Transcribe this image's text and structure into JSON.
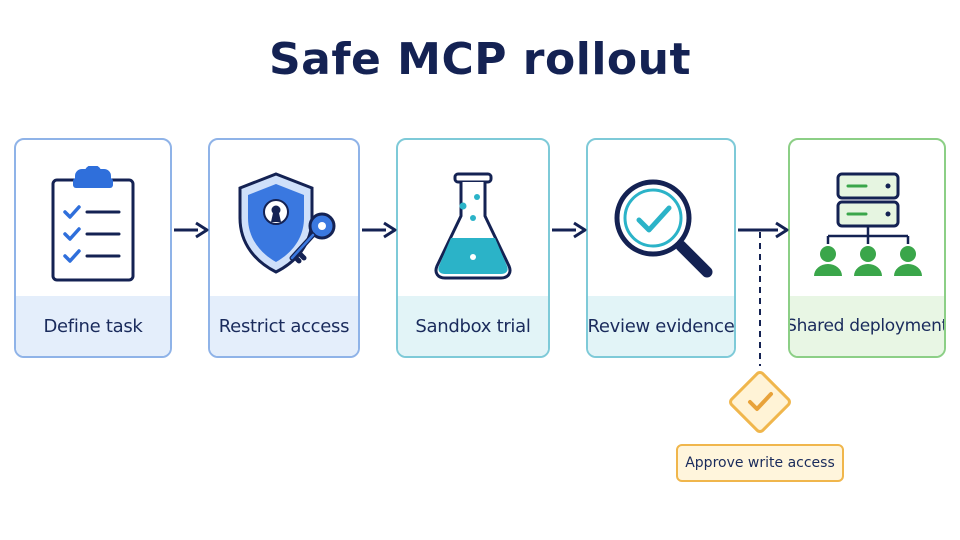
{
  "title": "Safe MCP rollout",
  "steps": [
    {
      "label": "Define task",
      "icon": "clipboard-checklist-icon"
    },
    {
      "label": "Restrict access",
      "icon": "shield-key-icon"
    },
    {
      "label": "Sandbox trial",
      "icon": "flask-icon"
    },
    {
      "label": "Review evidence",
      "icon": "magnifier-check-icon"
    },
    {
      "label": "Shared deployment",
      "icon": "server-users-icon"
    }
  ],
  "approval": {
    "label": "Approve write access",
    "icon": "diamond-check-icon"
  },
  "colors": {
    "title": "#142253",
    "arrow": "#142253",
    "blue": "#2f6fdb",
    "teal": "#2bb3c8",
    "green": "#3aa64a",
    "amber": "#f0b64c"
  }
}
